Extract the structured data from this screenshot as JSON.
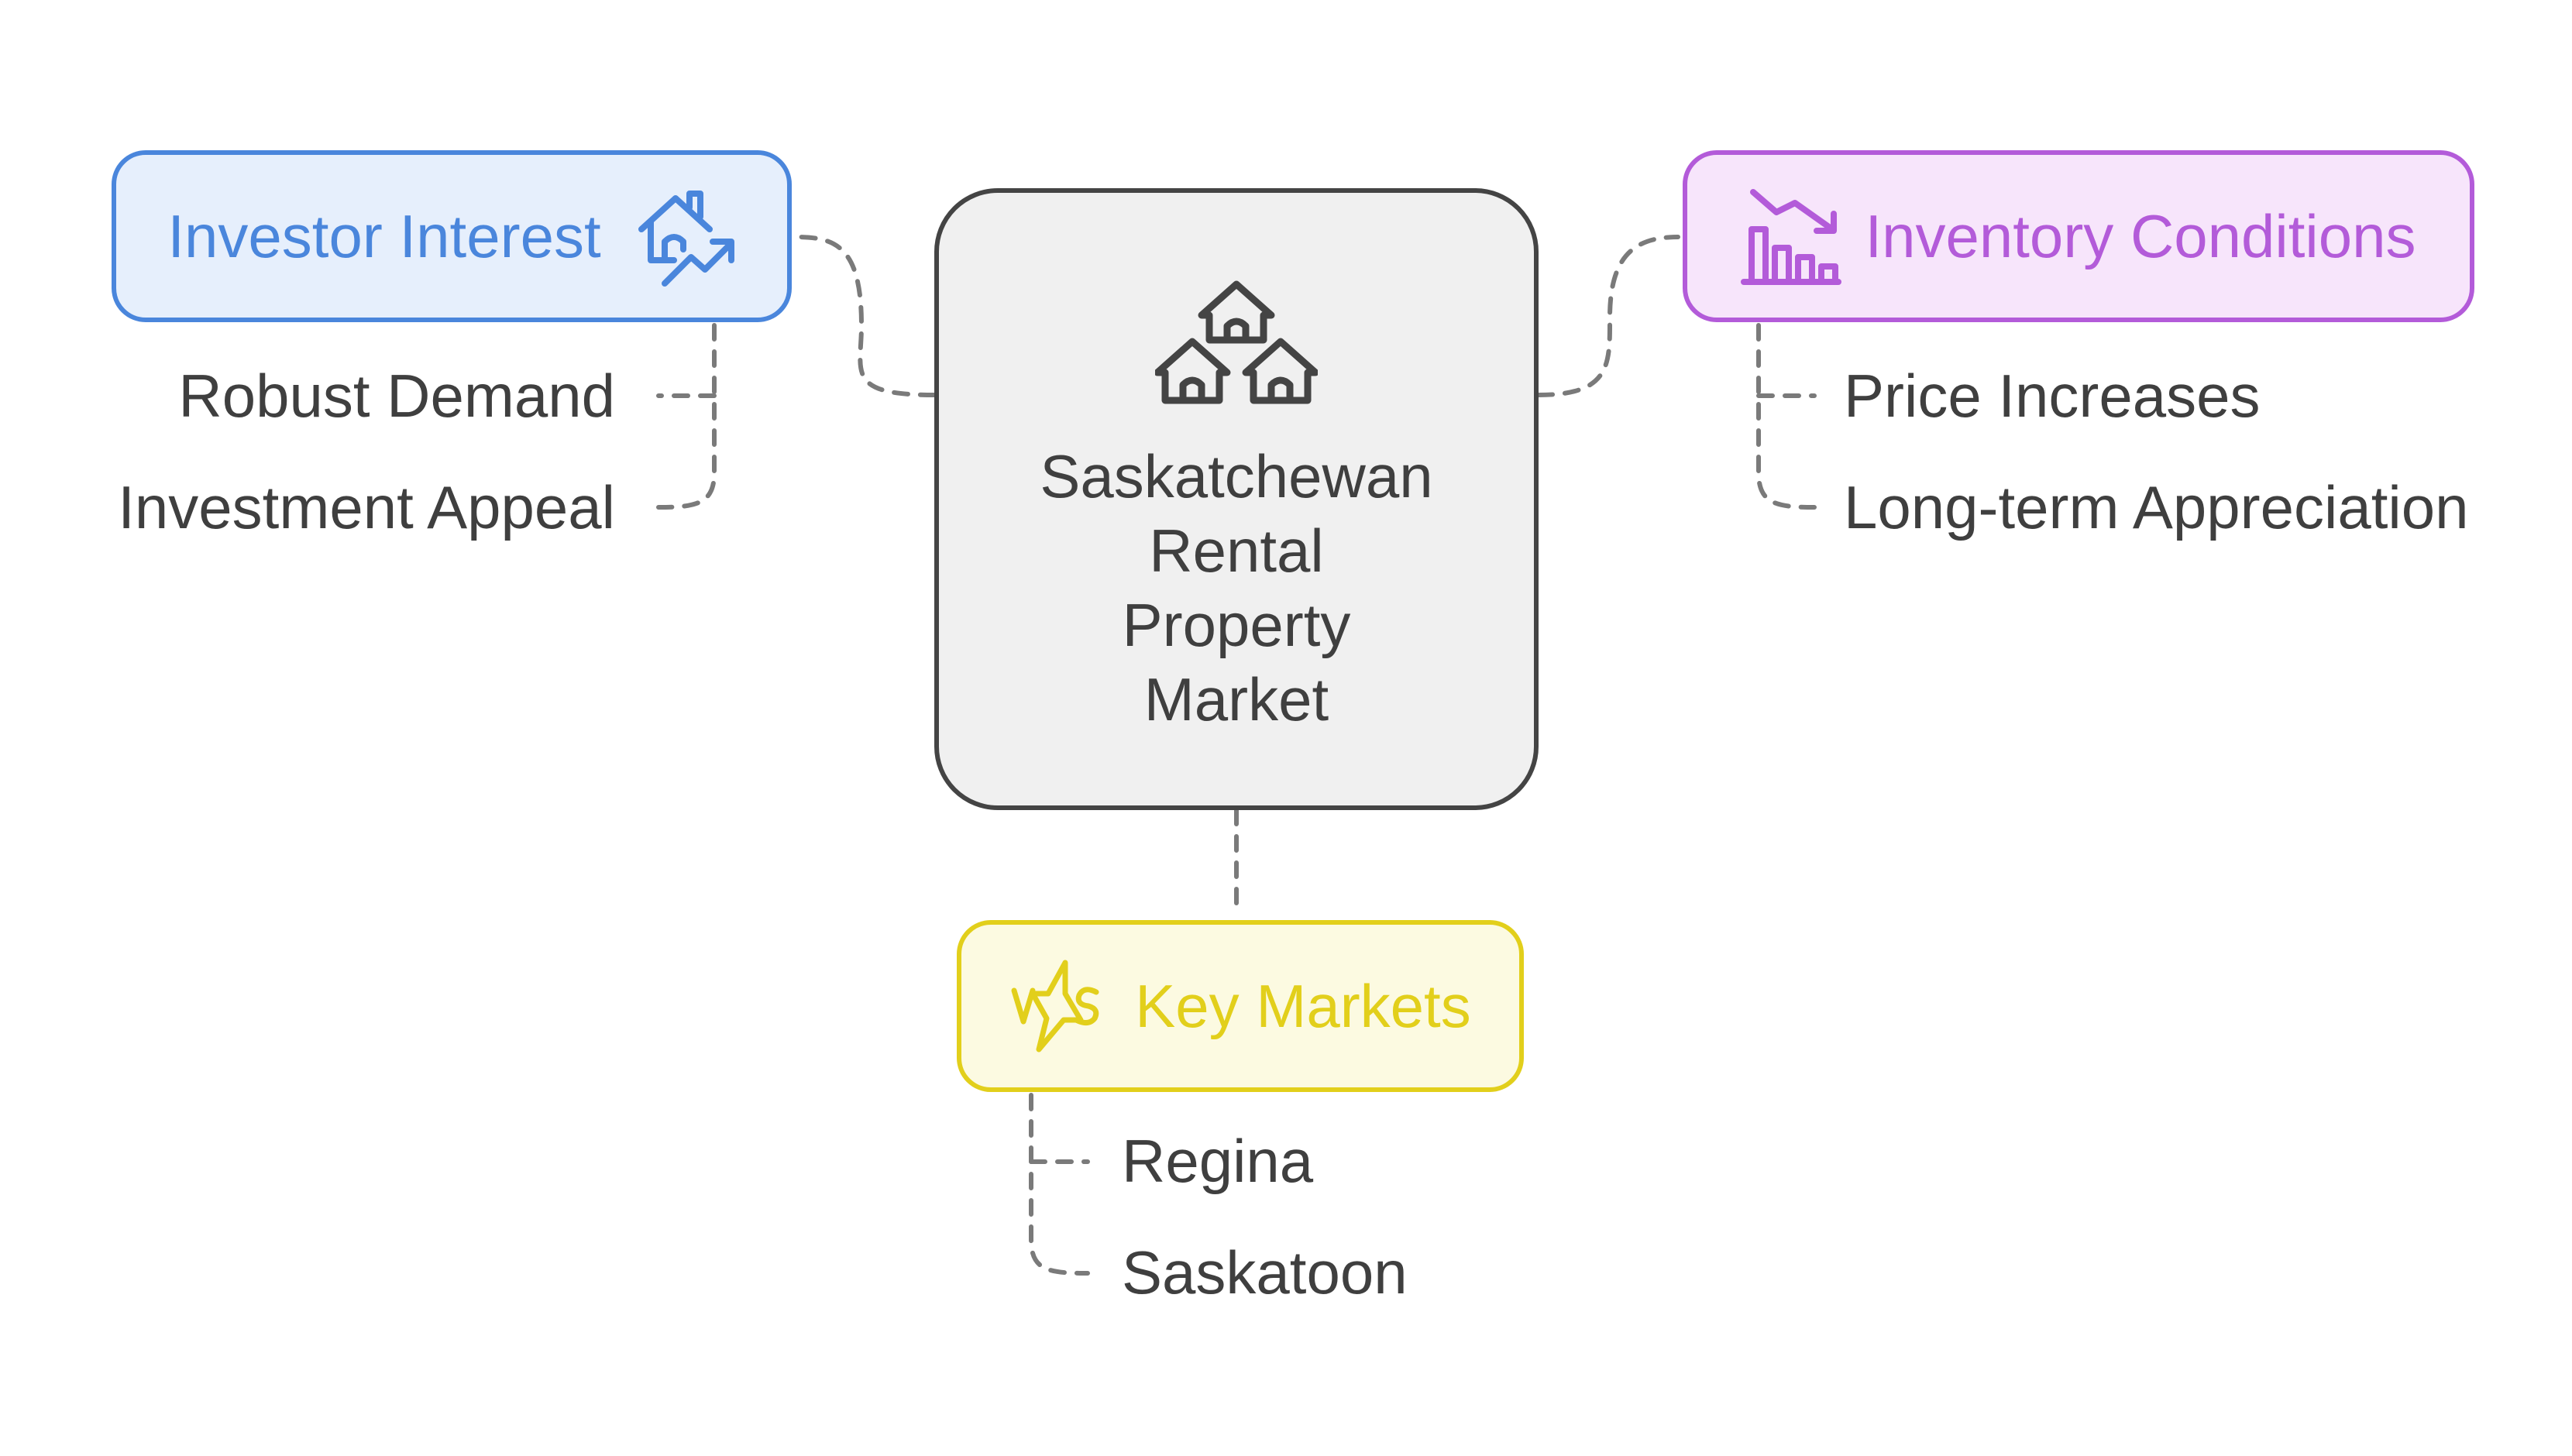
{
  "diagram": {
    "center": {
      "title_lines": [
        "Saskatchewan",
        "Rental",
        "Property",
        "Market"
      ],
      "icon": "houses-icon"
    },
    "branches": {
      "investor_interest": {
        "label": "Investor Interest",
        "icon": "house-growth-icon",
        "color": "#4a86dc",
        "fill": "#e6effc",
        "items": [
          "Robust Demand",
          "Investment Appeal"
        ]
      },
      "inventory_conditions": {
        "label": "Inventory Conditions",
        "icon": "declining-bar-chart-icon",
        "color": "#b35bd9",
        "fill": "#f7e5fb",
        "items": [
          "Price Increases",
          "Long-term Appreciation"
        ]
      },
      "key_markets": {
        "label": "Key Markets",
        "icon": "versus-icon",
        "color": "#e2cf1b",
        "fill": "#fcfae1",
        "items": [
          "Regina",
          "Saskatoon"
        ]
      }
    },
    "connector_color": "#7a7a7a",
    "text_color": "#3f3f3f"
  }
}
